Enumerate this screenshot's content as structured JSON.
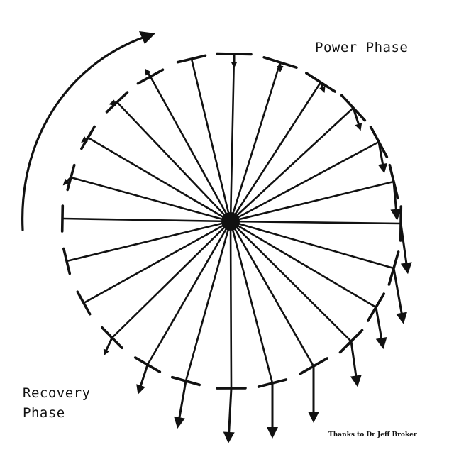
{
  "labels": {
    "power_phase": "Power Phase",
    "recovery_phase_line1": "Recovery",
    "recovery_phase_line2": "Phase",
    "credit": "Thanks to Dr Jeff Broker"
  },
  "colors": {
    "ink": "#111111",
    "background": "#ffffff"
  },
  "diagram": {
    "spoke_count": 24,
    "rotation_direction": "clockwise"
  }
}
